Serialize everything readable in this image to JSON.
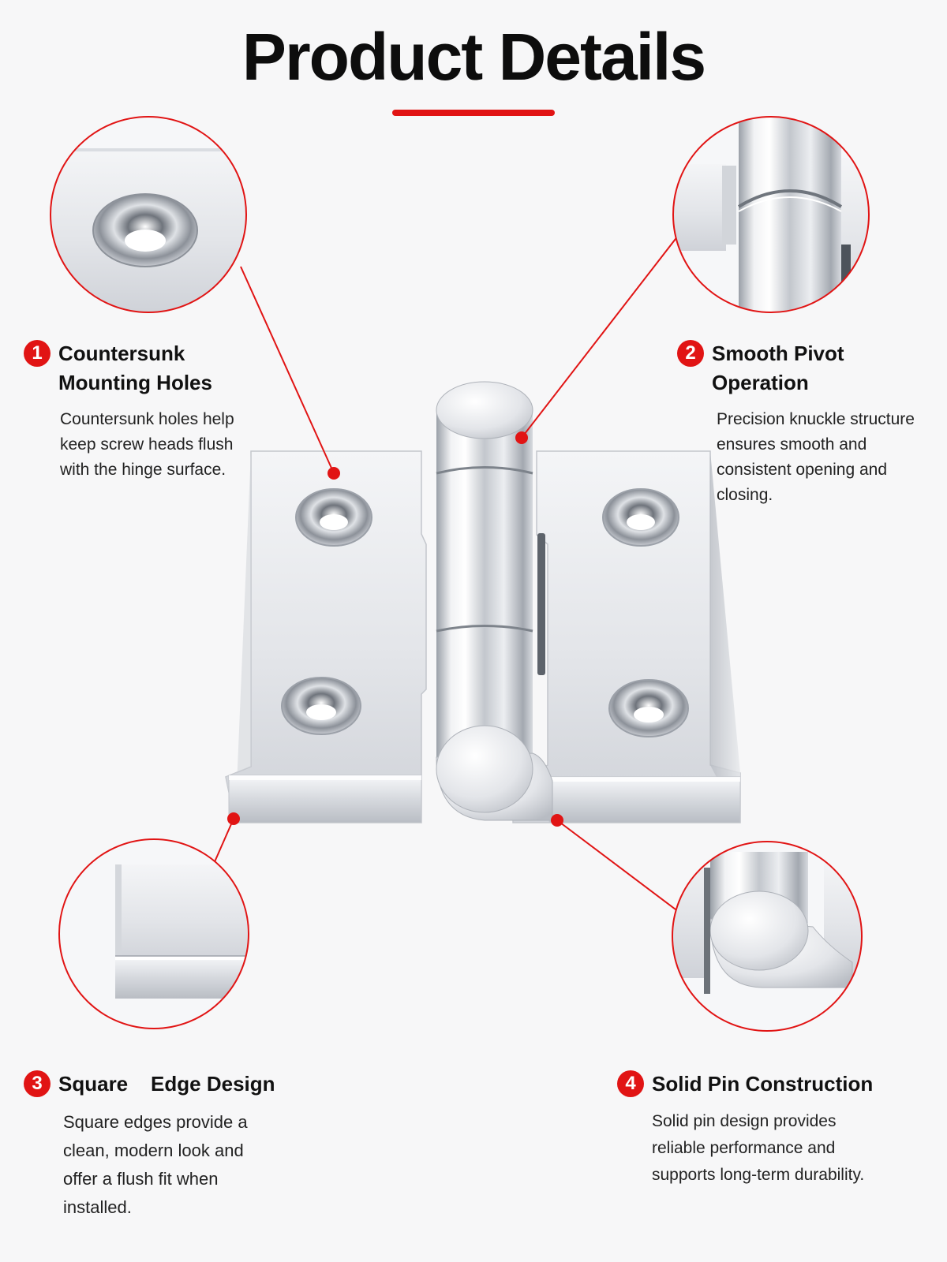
{
  "page": {
    "title": "Product Details",
    "accent_color": "#e11414",
    "background_color": "#f7f7f8"
  },
  "features": [
    {
      "number": "1",
      "title_line1": "Countersunk",
      "title_line2": "Mounting Holes",
      "description": "Countersunk holes help keep screw heads flush with the hinge surface."
    },
    {
      "number": "2",
      "title_line1": "Smooth Pivot",
      "title_line2": "Operation",
      "description": "Precision knuckle structure ensures smooth and consistent opening and closing."
    },
    {
      "number": "3",
      "title_line1": "Square    Edge Design",
      "title_line2": "",
      "description": "Square edges provide a clean, modern look and offer a flush fit when installed."
    },
    {
      "number": "4",
      "title_line1": "Solid Pin Construction",
      "title_line2": "",
      "description": "Solid pin design provides reliable performance and supports long-term durability."
    }
  ],
  "images": {
    "main": "stainless-steel-butt-hinge",
    "zoom_1": "countersunk-hole-closeup",
    "zoom_2": "hinge-knuckle-closeup",
    "zoom_3": "square-edge-closeup",
    "zoom_4": "solid-pin-end-closeup"
  }
}
